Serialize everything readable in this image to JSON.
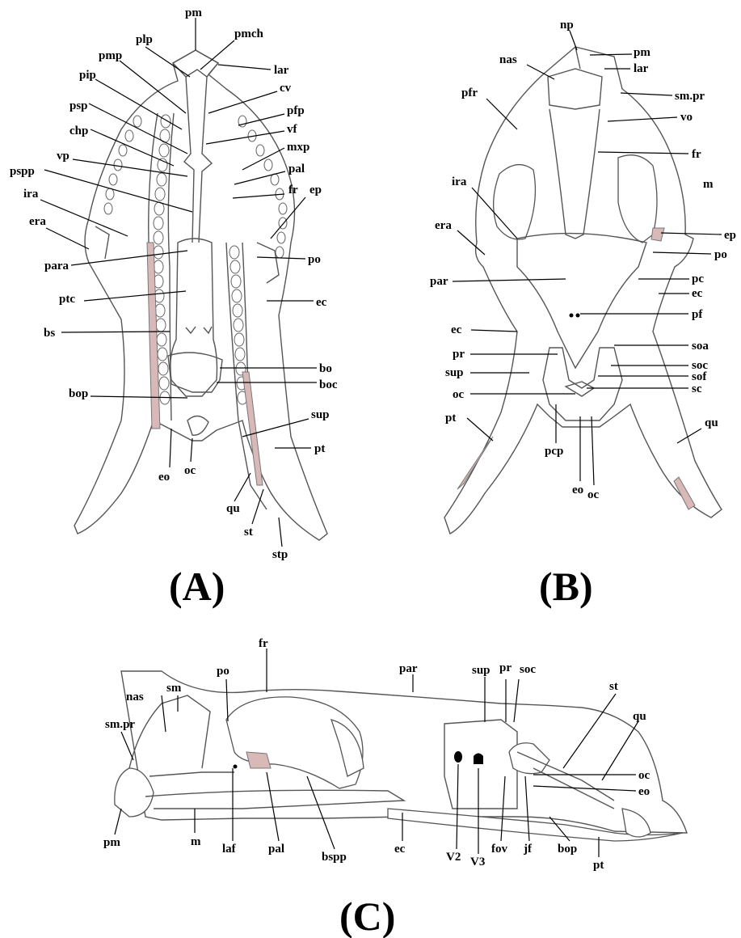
{
  "panels": {
    "A": {
      "caption": "(A)",
      "labels": [
        "pm",
        "pmch",
        "plp",
        "lar",
        "pmp",
        "pip",
        "cv",
        "psp",
        "pfp",
        "vf",
        "chp",
        "mxp",
        "vp",
        "pal",
        "pspp",
        "fr",
        "ep",
        "ira",
        "era",
        "para",
        "po",
        "ptc",
        "ec",
        "bs",
        "bo",
        "boc",
        "bop",
        "sup",
        "pt",
        "eo",
        "oc",
        "qu",
        "st",
        "stp"
      ]
    },
    "B": {
      "caption": "(B)",
      "labels": [
        "np",
        "pm",
        "nas",
        "lar",
        "sm.pr",
        "pfr",
        "vo",
        "fr",
        "m",
        "ira",
        "ep",
        "era",
        "po",
        "par",
        "pc",
        "ec",
        "pf",
        "ec",
        "soa",
        "pr",
        "soc",
        "sup",
        "sof",
        "oc",
        "sc",
        "pt",
        "qu",
        "pcp",
        "eo",
        "oc"
      ]
    },
    "C": {
      "caption": "(C)",
      "labels": [
        "fr",
        "par",
        "sup",
        "pr",
        "soc",
        "po",
        "sm",
        "nas",
        "st",
        "sm.pr",
        "qu",
        "oc",
        "eo",
        "pm",
        "m",
        "laf",
        "pal",
        "bspp",
        "ec",
        "V2",
        "V3",
        "fov",
        "jf",
        "bop",
        "pt"
      ]
    }
  }
}
